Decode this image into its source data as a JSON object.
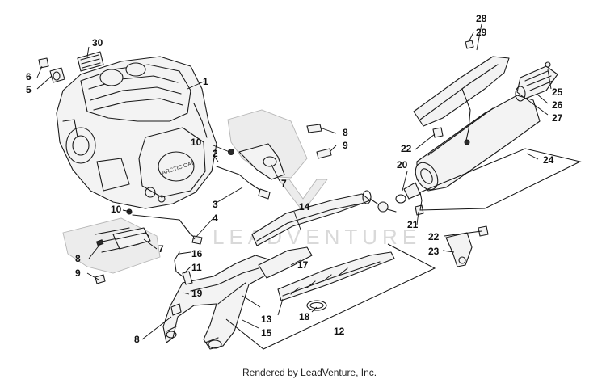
{
  "watermark": {
    "brand": "LEADVENTURE"
  },
  "footer": {
    "text": "Rendered by LeadVenture, Inc."
  },
  "engine_badge": "ARCTIC CAT",
  "callouts": {
    "c1": "1",
    "c2": "2",
    "c3": "3",
    "c4": "4",
    "c5": "5",
    "c6": "6",
    "c7a": "7",
    "c7b": "7",
    "c8a": "8",
    "c8b": "8",
    "c8c": "8",
    "c9a": "9",
    "c9b": "9",
    "c10a": "10",
    "c10b": "10",
    "c11": "11",
    "c12": "12",
    "c13": "13",
    "c14": "14",
    "c15": "15",
    "c16": "16",
    "c17": "17",
    "c18": "18",
    "c19": "19",
    "c20": "20",
    "c21": "21",
    "c22a": "22",
    "c22b": "22",
    "c23": "23",
    "c24": "24",
    "c25": "25",
    "c26": "26",
    "c27": "27",
    "c28": "28",
    "c29": "29",
    "c30": "30"
  }
}
